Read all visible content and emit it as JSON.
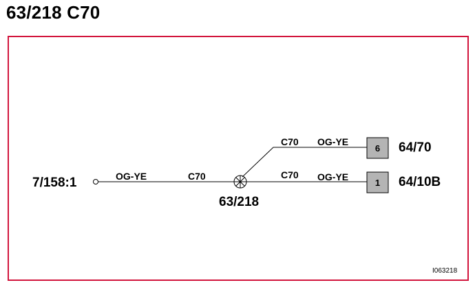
{
  "title": "63/218 C70",
  "colors": {
    "frame_border": "#d2143c",
    "connector_fill": "#b4b4b4",
    "wire": "#000000"
  },
  "diagram": {
    "source_connector": "7/158:1",
    "splice": {
      "label": "63/218",
      "icon": "splice-point-icon"
    },
    "main_wire": {
      "color_code": "OG-YE",
      "circuit": "C70"
    },
    "branches": [
      {
        "circuit": "C70",
        "color_code": "OG-YE",
        "pin": "6",
        "connector": "64/70"
      },
      {
        "circuit": "C70",
        "color_code": "OG-YE",
        "pin": "1",
        "connector": "64/10B"
      }
    ],
    "figure_id": "I063218"
  }
}
